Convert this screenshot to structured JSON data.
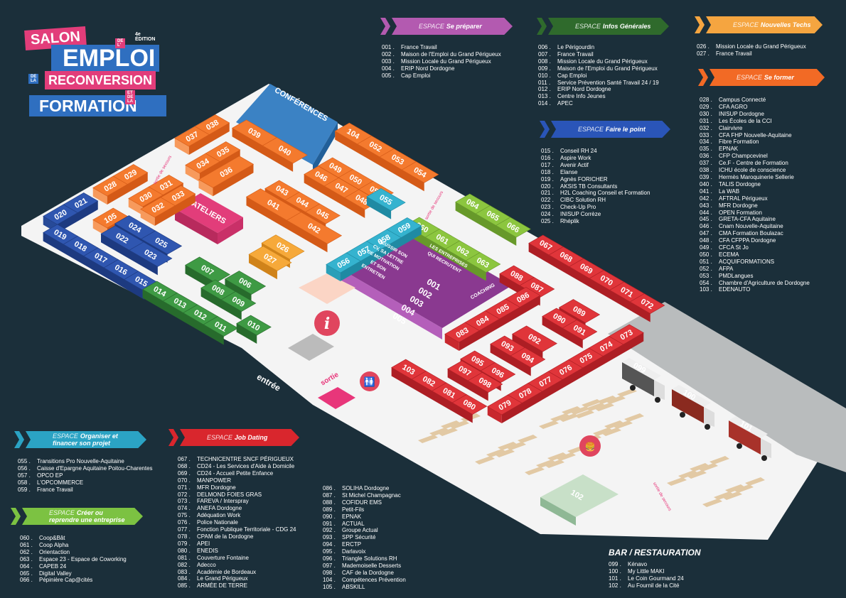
{
  "logo": {
    "salon": "SALON",
    "de_l": "DE L'",
    "edition": "4e ÉDITION",
    "emploi": "EMPLOI",
    "de_la": "DE LA",
    "reconversion": "RECONVERSION",
    "et_de_la": "ET DE LA",
    "formation": "FORMATION"
  },
  "espaces": {
    "se_preparer": {
      "prefix": "ESPACE",
      "name": "Se préparer",
      "color": "#b35ab0",
      "items": [
        {
          "n": "001 .",
          "t": "France Travail"
        },
        {
          "n": "002 .",
          "t": "Maison de l'Emploi du Grand Périgueux"
        },
        {
          "n": "003 .",
          "t": "Mission Locale du Grand Périgueux"
        },
        {
          "n": "004 .",
          "t": "ERIP Nord Dordogne"
        },
        {
          "n": "005 .",
          "t": "Cap Emploi"
        }
      ]
    },
    "infos_generales": {
      "prefix": "ESPACE",
      "name": "Infos Générales",
      "color": "#2f6a2c",
      "items": [
        {
          "n": "006 .",
          "t": "Le Périgourdin"
        },
        {
          "n": "007 .",
          "t": "France Travail"
        },
        {
          "n": "008 .",
          "t": "Mission Locale du Grand Périgueux"
        },
        {
          "n": "009 .",
          "t": "Maison de l'Emploi du Grand Périgueux"
        },
        {
          "n": "010 .",
          "t": "Cap Emploi"
        },
        {
          "n": "011 .",
          "t": "Service Prévention Santé Travail 24 / 19"
        },
        {
          "n": "012 .",
          "t": "ERIP Nord Dordogne"
        },
        {
          "n": "013 .",
          "t": "Centre Info Jeunes"
        },
        {
          "n": "014 .",
          "t": "APEC"
        }
      ]
    },
    "faire_le_point": {
      "prefix": "ESPACE",
      "name": "Faire le point",
      "color": "#2a55b8",
      "items": [
        {
          "n": "015 .",
          "t": "Conseil RH 24"
        },
        {
          "n": "016 .",
          "t": "Aspire Work"
        },
        {
          "n": "017 .",
          "t": "Avenir Actif"
        },
        {
          "n": "018 .",
          "t": "Elanse"
        },
        {
          "n": "019 .",
          "t": "Agnès FORICHER"
        },
        {
          "n": "020 .",
          "t": "AKSIS TB Consultants"
        },
        {
          "n": "021 .",
          "t": "H2L Coaching Conseil et Formation"
        },
        {
          "n": "022 .",
          "t": "CIBC Solution RH"
        },
        {
          "n": "023 .",
          "t": "Check-Up Pro"
        },
        {
          "n": "024 .",
          "t": "INISUP Corrèze"
        },
        {
          "n": "025 .",
          "t": "Rhéplik"
        }
      ]
    },
    "nouvelles_techs": {
      "prefix": "ESPACE",
      "name": "Nouvelles Techs",
      "color": "#f5a540",
      "items": [
        {
          "n": "026 .",
          "t": "Mission Locale du Grand Périgueux"
        },
        {
          "n": "027 .",
          "t": "France Travail"
        }
      ]
    },
    "se_former": {
      "prefix": "ESPACE",
      "name": "Se former",
      "color": "#f26a25",
      "items": [
        {
          "n": "028 .",
          "t": "Campus Connecté"
        },
        {
          "n": "029 .",
          "t": "CFA AGRO"
        },
        {
          "n": "030 .",
          "t": "INISUP Dordogne"
        },
        {
          "n": "031 .",
          "t": "Les Écoles de la CCI"
        },
        {
          "n": "032 .",
          "t": "Clairvivre"
        },
        {
          "n": "033 .",
          "t": "CFA FHP Nouvelle-Aquitaine"
        },
        {
          "n": "034 .",
          "t": "Fibre Formation"
        },
        {
          "n": "035 .",
          "t": "EPNAK"
        },
        {
          "n": "036 .",
          "t": "CFP Champcevinel"
        },
        {
          "n": "037 .",
          "t": "Ce.F - Centre de Formation"
        },
        {
          "n": "038 .",
          "t": "ICHU école de conscience"
        },
        {
          "n": "039 .",
          "t": "Hermès Maroquinerie Sellerie"
        },
        {
          "n": "040 .",
          "t": "TALIS Dordogne"
        },
        {
          "n": "041 .",
          "t": "La WAB"
        },
        {
          "n": "042 .",
          "t": "AFTRAL Périgueux"
        },
        {
          "n": "043 .",
          "t": "MFR Dordogne"
        },
        {
          "n": "044 .",
          "t": "OPEN Formation"
        },
        {
          "n": "045 .",
          "t": "GRETA-CFA Aquitaine"
        },
        {
          "n": "046 .",
          "t": "Cnam Nouvelle-Aquitaine"
        },
        {
          "n": "047 .",
          "t": "CMA Formation Boulazac"
        },
        {
          "n": "048 .",
          "t": "CFA CFPPA Dordogne"
        },
        {
          "n": "049 .",
          "t": "CFCA St Jo"
        },
        {
          "n": "050 .",
          "t": "ECEMA"
        },
        {
          "n": "051 .",
          "t": "ACQUIFORMATIONS"
        },
        {
          "n": "052 .",
          "t": "AFPA"
        },
        {
          "n": "053 .",
          "t": "PMDLangues"
        },
        {
          "n": "054 .",
          "t": "Chambre d'Agriculture de Dordogne"
        },
        {
          "n": "103 .",
          "t": "EDENAUTO"
        }
      ]
    },
    "organiser": {
      "prefix": "ESPACE",
      "name": "Organiser et financer son projet",
      "color": "#2ba3c4",
      "items": [
        {
          "n": "055 .",
          "t": "Transitions Pro Nouvelle-Aquitaine"
        },
        {
          "n": "056 .",
          "t": "Caisse d'Epargne Aquitaine Poitou-Charentes"
        },
        {
          "n": "057 .",
          "t": "OPCO EP"
        },
        {
          "n": "058 .",
          "t": "L'OPCOMMERCE"
        },
        {
          "n": "059 .",
          "t": "France Travail"
        }
      ]
    },
    "creer": {
      "prefix": "ESPACE",
      "name": "Créer ou reprendre une entreprise",
      "color": "#7cc242",
      "items": [
        {
          "n": "060 .",
          "t": "Coop&Bât"
        },
        {
          "n": "061 .",
          "t": "Coop Alpha"
        },
        {
          "n": "062 .",
          "t": "Orientaction"
        },
        {
          "n": "063 .",
          "t": "Espace 23 - Espace de Coworking"
        },
        {
          "n": "064 .",
          "t": "CAPEB 24"
        },
        {
          "n": "065 .",
          "t": "Digital Valley"
        },
        {
          "n": "066 .",
          "t": "Pépinière Cap@cités"
        }
      ]
    },
    "job_dating": {
      "prefix": "ESPACE",
      "name": "Job Dating",
      "color": "#d9262d",
      "items": [
        {
          "n": "067 .",
          "t": "TECHNICENTRE SNCF PÉRIGUEUX"
        },
        {
          "n": "068 .",
          "t": "CD24 - Les Services d'Aide à Domicile"
        },
        {
          "n": "069 .",
          "t": "CD24 - Accueil Petite Enfance"
        },
        {
          "n": "070 .",
          "t": "MANPOWER"
        },
        {
          "n": "071 .",
          "t": "MFR Dordogne"
        },
        {
          "n": "072 .",
          "t": "DELMOND FOIES GRAS"
        },
        {
          "n": "073 .",
          "t": "FAREVA / Interspray"
        },
        {
          "n": "074 .",
          "t": "ANEFA Dordogne"
        },
        {
          "n": "075 .",
          "t": "Adéquation Work"
        },
        {
          "n": "076 .",
          "t": "Police Nationale"
        },
        {
          "n": "077 .",
          "t": "Fonction Publique Territoriale - CDG 24"
        },
        {
          "n": "078 .",
          "t": "CPAM de la Dordogne"
        },
        {
          "n": "079 .",
          "t": "APEI"
        },
        {
          "n": "080 .",
          "t": "ENEDIS"
        },
        {
          "n": "081 .",
          "t": "Couverture Fontaine"
        },
        {
          "n": "082 .",
          "t": "Adecco"
        },
        {
          "n": "083 .",
          "t": "Académie de Bordeaux"
        },
        {
          "n": "084 .",
          "t": "Le Grand Périgueux"
        },
        {
          "n": "085 .",
          "t": "ARMÉE DE TERRE"
        }
      ],
      "items2": [
        {
          "n": "086 .",
          "t": "SOLIHA Dordogne"
        },
        {
          "n": "087 .",
          "t": "St Michel Champagnac"
        },
        {
          "n": "088 .",
          "t": "COFIDUR EMS"
        },
        {
          "n": "089 .",
          "t": "Petit-Fils"
        },
        {
          "n": "090 .",
          "t": "EPNAK"
        },
        {
          "n": "091 .",
          "t": "ACTUAL"
        },
        {
          "n": "092 .",
          "t": "Groupe Actual"
        },
        {
          "n": "093 .",
          "t": "SPP Sécurité"
        },
        {
          "n": "094 .",
          "t": "ERCTP"
        },
        {
          "n": "095 .",
          "t": "Darlavoix"
        },
        {
          "n": "096 .",
          "t": "Triangle Solutions RH"
        },
        {
          "n": "097 .",
          "t": "Mademoiselle Desserts"
        },
        {
          "n": "098 .",
          "t": "CAF de la Dordogne"
        },
        {
          "n": "104 .",
          "t": "Compétences Prévention"
        },
        {
          "n": "105 .",
          "t": "ABSKILL"
        }
      ]
    }
  },
  "bar": {
    "title": "BAR / RESTAURATION",
    "items": [
      {
        "n": "099 .",
        "t": "Kénavo"
      },
      {
        "n": "100 .",
        "t": "My Little MAKI"
      },
      {
        "n": "101 .",
        "t": "Le Coin Gourmand 24"
      },
      {
        "n": "102 .",
        "t": "Au Fournil de la Cité"
      }
    ]
  },
  "map": {
    "conferences": "CONFÉRENCES",
    "ateliers": "ATELIERS",
    "entree": "entrée",
    "sortie": "sortie",
    "sortie_secours": "sortie de secours",
    "coaching": "COACHING",
    "reussir": [
      "RÉUSSIR SON",
      "CV, SA LETTRE",
      "DE MOTIVATION",
      "ET SON",
      "ENTRETIEN"
    ],
    "entreprises": [
      "LES ENTREPRISES",
      "QUI RECRUTENT"
    ],
    "prep_stands": [
      "001",
      "002",
      "003",
      "004",
      "005"
    ],
    "trucks": [
      "099",
      "100",
      "101"
    ],
    "bakery": "102",
    "rows": [
      [
        "037",
        "038"
      ],
      [
        "039",
        "040"
      ],
      [
        "104",
        "052",
        "053",
        "054"
      ],
      [
        "028",
        "029"
      ],
      [
        "034",
        "035"
      ],
      [
        "036"
      ],
      [
        "049",
        "050",
        "051"
      ],
      [
        "046",
        "047",
        "048"
      ],
      [
        "030",
        "031"
      ],
      [
        "032",
        "033"
      ],
      [
        "043",
        "044",
        "045"
      ],
      [
        "041",
        "042"
      ],
      [
        "055"
      ],
      [
        "064",
        "065",
        "066"
      ],
      [
        "020",
        "021"
      ],
      [
        "105"
      ],
      [
        "060",
        "061",
        "062",
        "063"
      ],
      [
        "024",
        "025"
      ],
      [
        "019",
        "018",
        "017",
        "016",
        "015"
      ],
      [
        "022",
        "023"
      ],
      [
        "067",
        "068",
        "069",
        "070",
        "071",
        "072"
      ],
      [
        "026"
      ],
      [
        "027"
      ],
      [
        "056",
        "057",
        "058",
        "059"
      ],
      [
        "007"
      ],
      [
        "088",
        "087"
      ],
      [
        "006"
      ],
      [
        "008",
        "009"
      ],
      [
        "014",
        "013",
        "012",
        "011"
      ],
      [
        "089"
      ],
      [
        "090",
        "091"
      ],
      [
        "010"
      ],
      [
        "083",
        "084",
        "085",
        "086"
      ],
      [
        "092"
      ],
      [
        "093",
        "094"
      ],
      [
        "095",
        "096"
      ],
      [
        "103",
        "082",
        "081",
        "080"
      ],
      [
        "097",
        "098"
      ],
      [
        "079",
        "078",
        "077",
        "076",
        "075",
        "074",
        "073"
      ]
    ]
  }
}
